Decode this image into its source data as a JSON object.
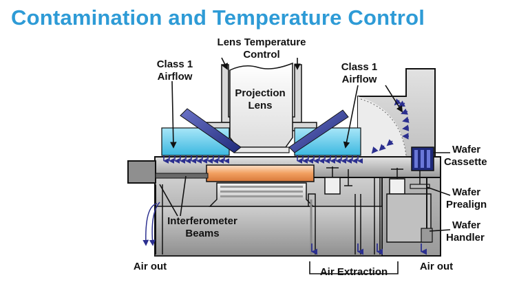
{
  "title": "Contamination and Temperature Control",
  "labels": {
    "lens_temperature_control": [
      "Lens Temperature",
      "Control"
    ],
    "class1_airflow_left": [
      "Class 1",
      "Airflow"
    ],
    "class1_airflow_right": [
      "Class 1",
      "Airflow"
    ],
    "projection_lens": [
      "Projection",
      "Lens"
    ],
    "wafer_cassette": [
      "Wafer",
      "Cassette"
    ],
    "wafer_prealign": [
      "Wafer",
      "Prealign"
    ],
    "wafer_handler": [
      "Wafer",
      "Handler"
    ],
    "interferometer_beams": [
      "Interferometer",
      "Beams"
    ],
    "air_out_left": "Air out",
    "air_extraction": "Air Extraction",
    "air_out_right": "Air out"
  },
  "colors": {
    "title": "#2e9bd6",
    "cabinet_gray": "#c8c8c8",
    "airflow_cyan": "#5ec8e8",
    "airflow_arrow": "#2b2f8f",
    "chuck_orange": "#f2a060",
    "wafer_cassette_blue": "#1f2a7a"
  }
}
